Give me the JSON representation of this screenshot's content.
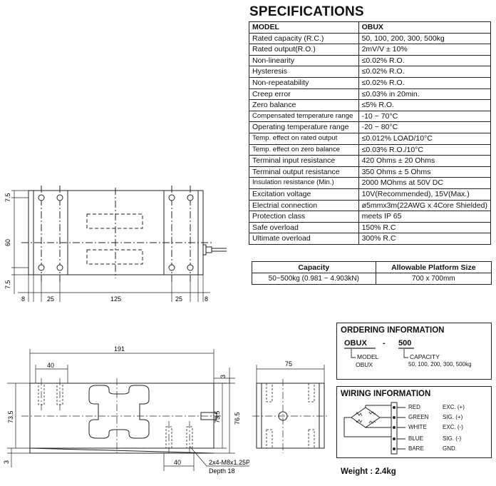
{
  "specifications": {
    "title": "SPECIFICATIONS",
    "header": [
      "MODEL",
      "OBUX"
    ],
    "rows": [
      {
        "param": "Rated capacity (R.C.)",
        "value": "50, 100, 200, 300, 500kg"
      },
      {
        "param": "Rated output(R.O.)",
        "value": "2mV/V ± 10%"
      },
      {
        "param": "Non-linearity",
        "value": "≤0.02% R.O."
      },
      {
        "param": "Hysteresis",
        "value": "≤0.02% R.O."
      },
      {
        "param": "Non-repeatability",
        "value": "≤0.02% R.O."
      },
      {
        "param": "Creep error",
        "value": "≤0.03% in 20min."
      },
      {
        "param": "Zero balance",
        "value": "≤5% R.O."
      },
      {
        "param": "Compensated temperature range",
        "value": "-10 ~ 70°C"
      },
      {
        "param": "Operating temperature range",
        "value": "-20 ~ 80°C"
      },
      {
        "param": "Temp. effect on rated output",
        "value": "≤0.012% LOAD/10°C"
      },
      {
        "param": "Temp. effect on zero balance",
        "value": "≤0.03% R.O./10°C"
      },
      {
        "param": "Terminal input resistance",
        "value": "420 Ohms ± 20 Ohms"
      },
      {
        "param": "Terminal output resistance",
        "value": "350 Ohms ± 5 Ohms"
      },
      {
        "param": "Insulation resistance (Min.)",
        "value": "2000 MOhms at 50V DC"
      },
      {
        "param": "Excitation voltage",
        "value": "10V(Recommended), 15V(Max.)"
      },
      {
        "param": "Electrial connection",
        "value": "ø5mmx3m(22AWG x 4Core Shielded)"
      },
      {
        "param": "Protection class",
        "value": "meets IP 65"
      },
      {
        "param": "Safe overload",
        "value": "150% R.C"
      },
      {
        "param": "Ultimate overload",
        "value": "300% R.C"
      }
    ]
  },
  "capacity_table": {
    "headers": [
      "Capacity",
      "Allowable Platform Size"
    ],
    "capacity": "50~500kg (0.981 ~ 4.903kN)",
    "platform": "700 x 700mm"
  },
  "ordering": {
    "title": "ORDERING INFORMATION",
    "code_model": "OBUX",
    "dash": "-",
    "code_capacity": "500",
    "model_label": "MODEL",
    "model_value": "OBUX",
    "capacity_label": "CAPACITY",
    "capacity_value": "50, 100, 200, 300, 500kg"
  },
  "wiring": {
    "title": "WIRING INFORMATION",
    "wires": [
      {
        "color": "RED",
        "signal": "EXC. (+)"
      },
      {
        "color": "GREEN",
        "signal": "SIG. (+)"
      },
      {
        "color": "WHITE",
        "signal": "EXC. (-)"
      },
      {
        "color": "BLUE",
        "signal": "SIG. (-)"
      },
      {
        "color": "BARE",
        "signal": "GND."
      }
    ]
  },
  "weight": "Weight : 2.4kg",
  "top_view_dims": {
    "h_top": "7.5",
    "h_mid": "60",
    "h_bot": "7.5",
    "w_a": "8",
    "w_b": "25",
    "w_c": "125",
    "w_d": "25",
    "w_e": "8"
  },
  "side_view_dims": {
    "length": "191",
    "hole_offset": "40",
    "top_gap": "3",
    "h_left": "73.5",
    "h_mid": "73.5",
    "h_total": "76.5",
    "bottom_gap": "3",
    "hole_offset_bottom": "40",
    "thread": "2x4-M8x1.25P",
    "depth": "Depth 18"
  },
  "end_view_dims": {
    "width": "75"
  }
}
